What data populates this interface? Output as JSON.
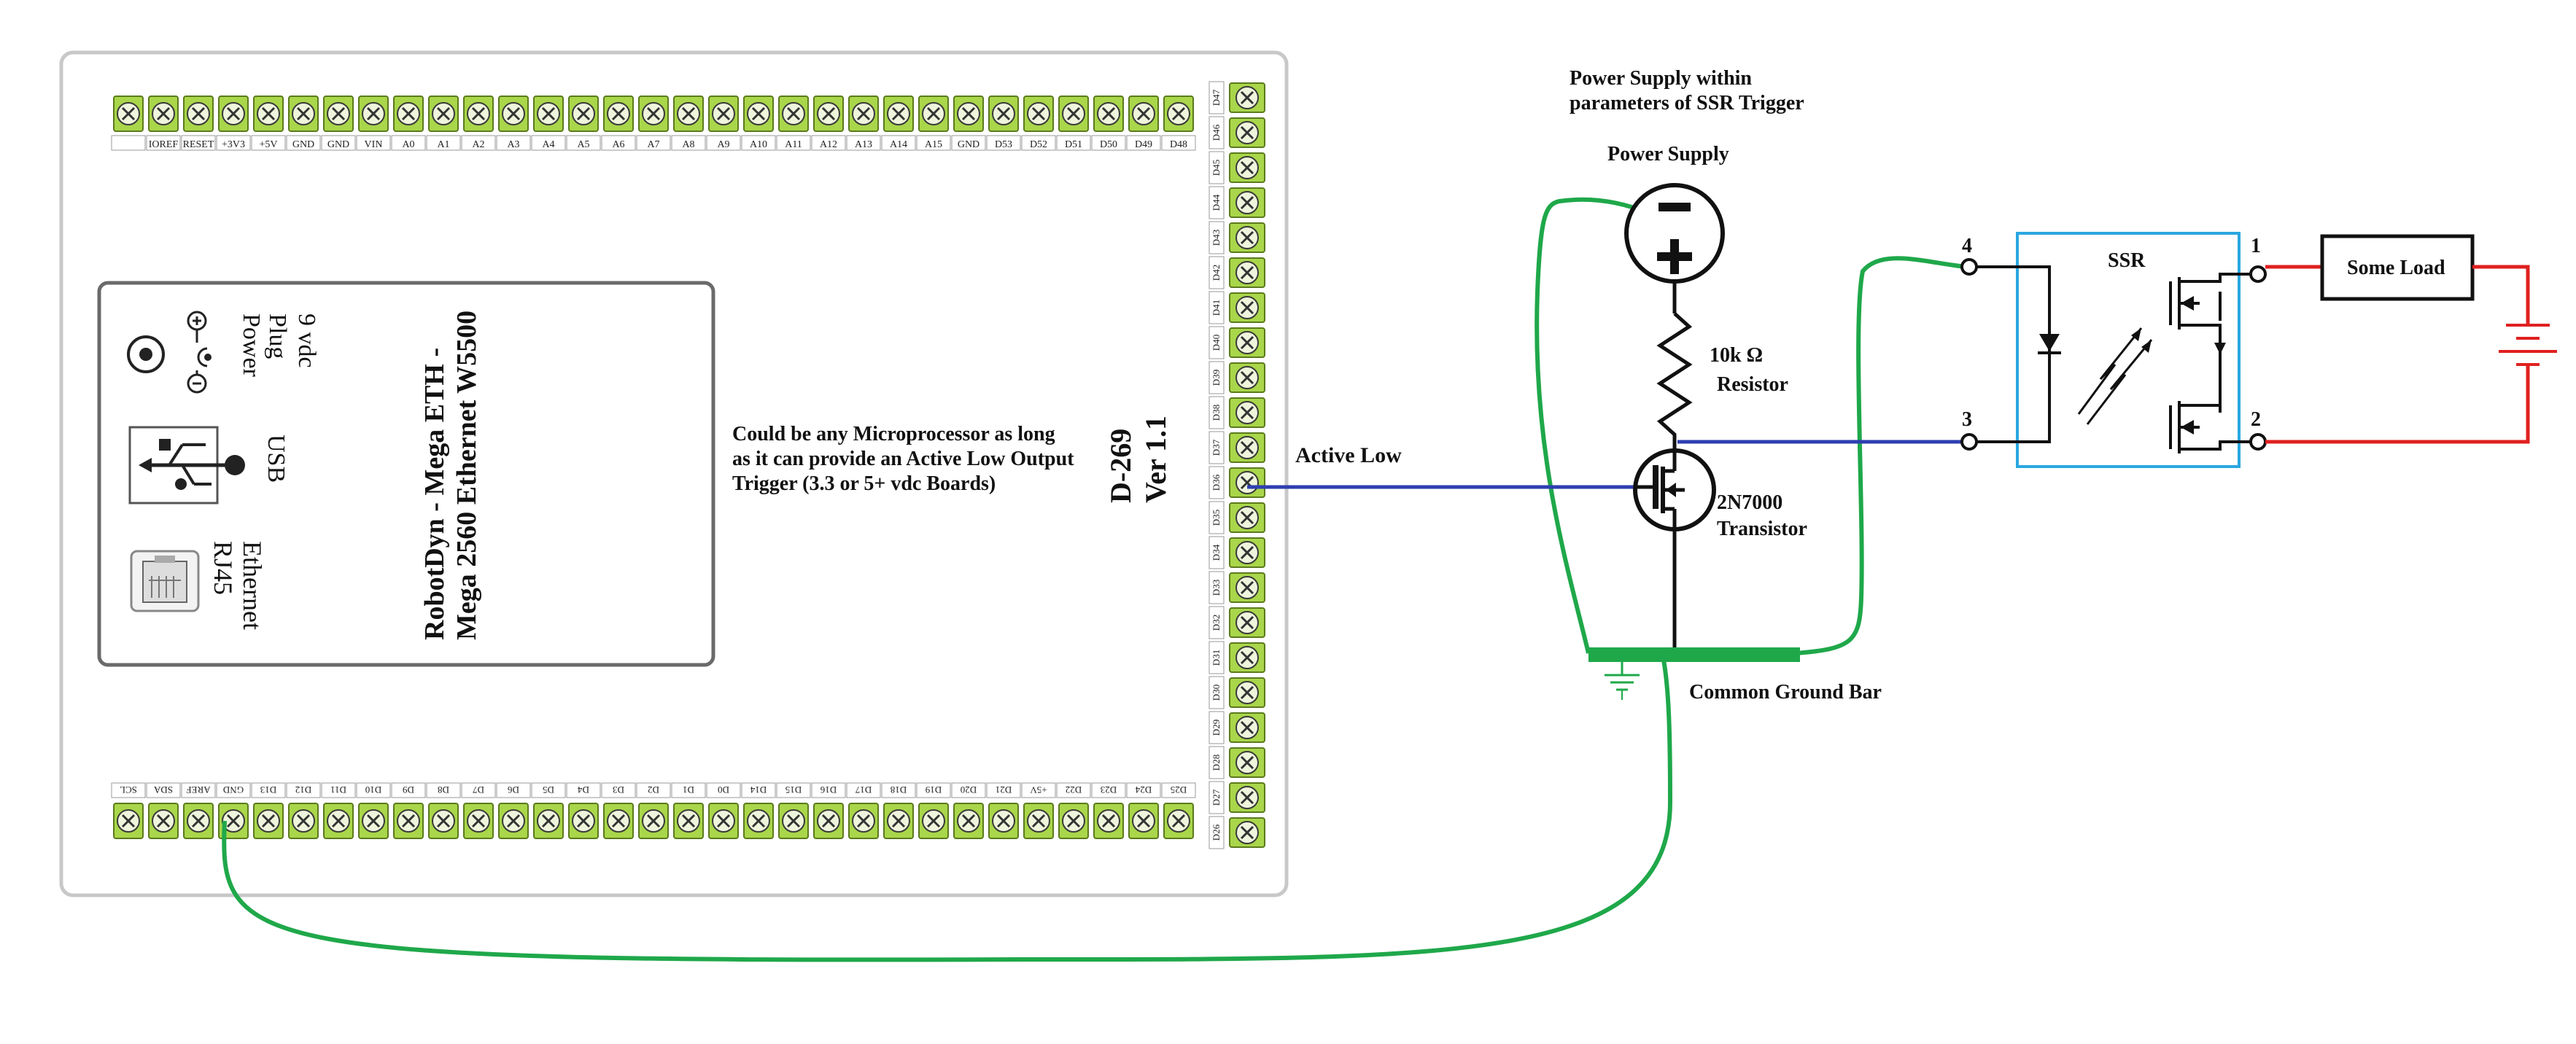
{
  "board": {
    "title_line1": "RobotDyn - Mega ETH -",
    "title_line2": "Mega 2560 Ethernet W5500",
    "version_line1": "D-269",
    "version_line2": "Ver 1.1",
    "power_plug_line1": "Power",
    "power_plug_line2": "Plug",
    "power_plug_line3": "9 vdc",
    "usb_label": "USB",
    "rj45_line1": "RJ45",
    "rj45_line2": "Ethernet",
    "note_line1": "Could be any Microprocessor as long",
    "note_line2": "as it can provide an Active Low Output",
    "note_line3": "Trigger (3.3 or 5+ vdc Boards)",
    "top_pins": [
      "",
      "IOREF",
      "RESET",
      "+3V3",
      "+5V",
      "GND",
      "GND",
      "VIN",
      "A0",
      "A1",
      "A2",
      "A3",
      "A4",
      "A5",
      "A6",
      "A7",
      "A8",
      "A9",
      "A10",
      "A11",
      "A12",
      "A13",
      "A14",
      "A15",
      "GND",
      "D53",
      "D52",
      "D51",
      "D50",
      "D49",
      "D48"
    ],
    "right_pins": [
      "D47",
      "D46",
      "D45",
      "D44",
      "D43",
      "D42",
      "D41",
      "D40",
      "D39",
      "D38",
      "D37",
      "D36",
      "D35",
      "D34",
      "D33",
      "D32",
      "D31",
      "D30",
      "D29",
      "D28",
      "D27",
      "D26"
    ],
    "bottom_pins": [
      "SCL",
      "SDA",
      "AREF",
      "GND",
      "D13",
      "D12",
      "D11",
      "D10",
      "D9",
      "D8",
      "D7",
      "D6",
      "D5",
      "D4",
      "D3",
      "D2",
      "D1",
      "D0",
      "D14",
      "D15",
      "D16",
      "D17",
      "D18",
      "D19",
      "D20",
      "D21",
      "+5V",
      "D22",
      "D23",
      "D24",
      "D25"
    ]
  },
  "circuit": {
    "power_note_line1": "Power Supply within",
    "power_note_line2": "parameters of SSR Trigger",
    "power_supply_label": "Power Supply",
    "resistor_line1": "10k Ω",
    "resistor_line2": "Resistor",
    "transistor_line1": "2N7000",
    "transistor_line2": "Transistor",
    "active_low_label": "Active Low",
    "ground_bar_label": "Common Ground Bar",
    "ssr_label": "SSR",
    "ssr_pin_4": "4",
    "ssr_pin_3": "3",
    "ssr_pin_1": "1",
    "ssr_pin_2": "2",
    "load_label": "Some Load"
  },
  "colors": {
    "terminal_green": "#9bd23c",
    "wire_green": "#1fa84a",
    "wire_blue": "#2e3fb0",
    "wire_red": "#e02020",
    "ssr_box": "#2aa7e0"
  }
}
